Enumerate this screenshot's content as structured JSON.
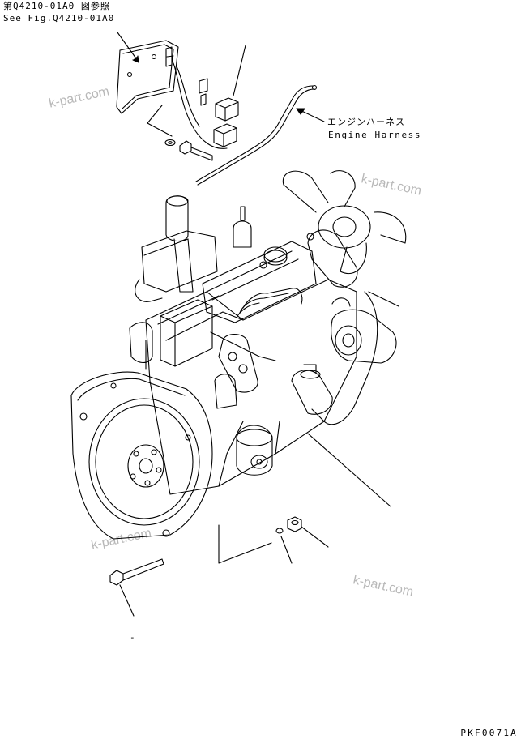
{
  "reference": {
    "japanese": "第Q4210-01A0 図参照",
    "english": "See Fig.Q4210-01A0"
  },
  "harness": {
    "japanese": "エンジンハーネス",
    "english": "Engine Harness"
  },
  "figure_code": "PKF0071A",
  "dash_mark": "-",
  "watermark": "k-part.com"
}
